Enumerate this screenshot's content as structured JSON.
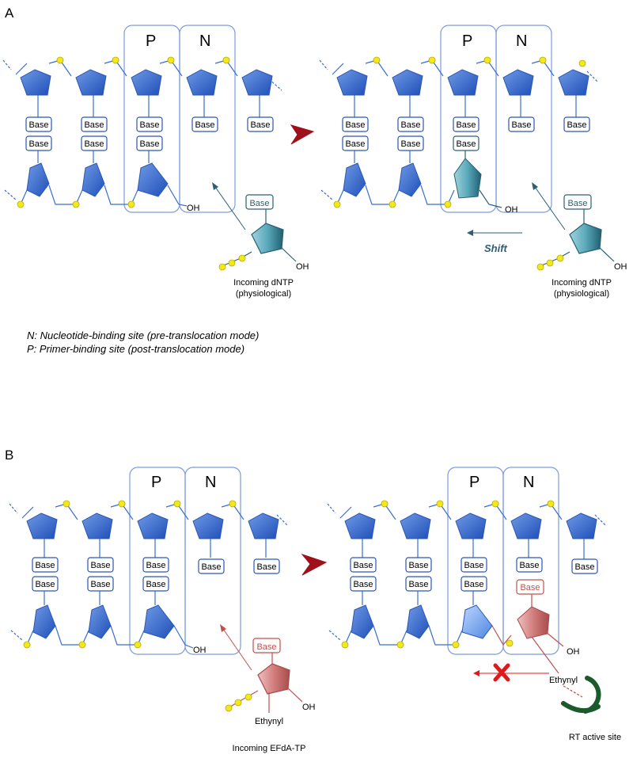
{
  "panels": {
    "a": {
      "letter": "A",
      "site_p": "P",
      "site_n": "N",
      "base_label": "Base",
      "oh_label": "OH",
      "shift_label": "Shift",
      "incoming_line1": "Incoming dNTP",
      "incoming_line2": "(physiological)"
    },
    "b": {
      "letter": "B",
      "site_p": "P",
      "site_n": "N",
      "base_label": "Base",
      "oh_label": "OH",
      "ethynyl_label": "Ethynyl",
      "incoming_label": "Incoming EFdA-TP",
      "active_site_label": "RT active site"
    }
  },
  "legend": {
    "line_n": "N: Nucleotide-binding site  (pre-translocation mode)",
    "line_p": "P: Primer-binding site (post-translocation mode)"
  },
  "colors": {
    "sugar_blue": "#3a6fcf",
    "incoming_teal": "#4a9aad",
    "efda_red": "#c46a6a",
    "arrow_red": "#a0101b",
    "block_red": "#e01a1a",
    "phosphate_yellow": "#f2e81c",
    "site_box": "#6b8fd6",
    "active_site_green": "#1b5a2a"
  },
  "icons": {
    "transition_arrow": "chevron-arrow-icon",
    "blocked": "red-x-icon",
    "active_site": "arc-icon"
  }
}
